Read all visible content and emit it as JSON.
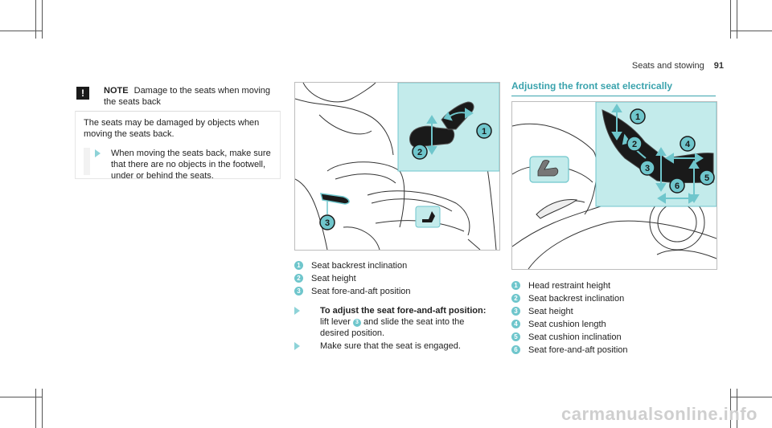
{
  "header": {
    "section": "Seats and stowing",
    "page": "91"
  },
  "note": {
    "icon": "!",
    "label": "NOTE",
    "title": "Damage to the seats when moving the seats back",
    "paragraph": "The seats may be damaged by objects when moving the seats back.",
    "bullet": "When moving the seats back, make sure that there are no objects in the footwell, under or behind the seats."
  },
  "figure1": {
    "legend": [
      {
        "n": "1",
        "label": "Seat backrest inclination"
      },
      {
        "n": "2",
        "label": "Seat height"
      },
      {
        "n": "3",
        "label": "Seat fore-and-aft position"
      }
    ],
    "callouts": [
      "1",
      "2",
      "3"
    ]
  },
  "instructions": {
    "step1_bold": "To adjust the seat fore-and-aft position:",
    "step1_pre": "lift lever",
    "step1_ref": "3",
    "step1_post": "and slide the seat into the",
    "step1_line2": "desired position.",
    "step2": "Make sure that the seat is engaged."
  },
  "section2": {
    "title": "Adjusting the front seat electrically",
    "legend": [
      {
        "n": "1",
        "label": "Head restraint height"
      },
      {
        "n": "2",
        "label": "Seat backrest inclination"
      },
      {
        "n": "3",
        "label": "Seat height"
      },
      {
        "n": "4",
        "label": "Seat cushion length"
      },
      {
        "n": "5",
        "label": "Seat cushion inclination"
      },
      {
        "n": "6",
        "label": "Seat fore-and-aft position"
      }
    ],
    "callouts": [
      "1",
      "2",
      "3",
      "4",
      "5",
      "6"
    ]
  },
  "watermark": "carmanualsonline.info",
  "colors": {
    "accent": "#6fc6cc",
    "panel": "#c3ebeb",
    "title": "#3aa3ad"
  }
}
